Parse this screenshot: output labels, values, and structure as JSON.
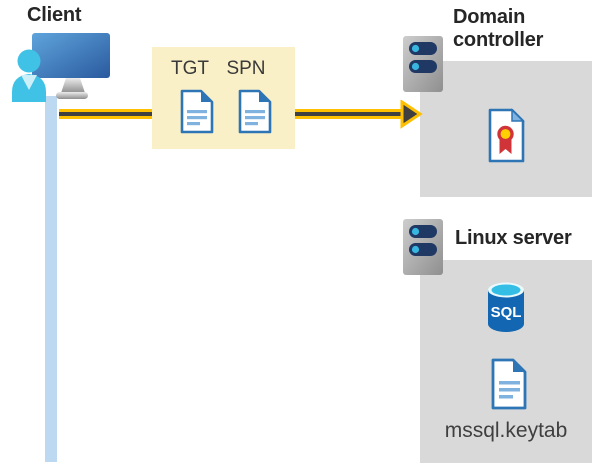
{
  "client": {
    "label": "Client"
  },
  "tickets": {
    "tgt_label": "TGT",
    "spn_label": "SPN"
  },
  "domain_controller": {
    "label": "Domain controller"
  },
  "linux_server": {
    "label": "Linux server",
    "sql_label": "SQL",
    "keytab_label": "mssql.keytab"
  },
  "icons": [
    "client-computer-user-icon",
    "tgt-document-icon",
    "spn-document-icon",
    "server-icon",
    "certificate-icon",
    "sql-database-icon",
    "keytab-document-icon",
    "request-arrow"
  ],
  "colors": {
    "accent-yellow": "#FFC000",
    "arrow-dark": "#404040",
    "panel-yellow": "#FAF0C8",
    "panel-gray": "#D9D9D9",
    "timeline-blue": "#BDD9F2",
    "doc-blue": "#2E75B6",
    "doc-line-blue": "#7FB2DE",
    "server-navy": "#1F3864",
    "server-dot-cyan": "#38B6E0",
    "sql-blue": "#1366B1",
    "sql-top-cyan": "#35BEE5",
    "cert-red": "#D13438",
    "cert-gold": "#FFD100",
    "person-cyan": "#3FC2E5",
    "person-collar": "#CDEFF8",
    "monitor-blue-light": "#5FA4DC",
    "monitor-blue-dark": "#2A5A9E",
    "title-text": "#262626",
    "label-text": "#3F3F3F"
  }
}
